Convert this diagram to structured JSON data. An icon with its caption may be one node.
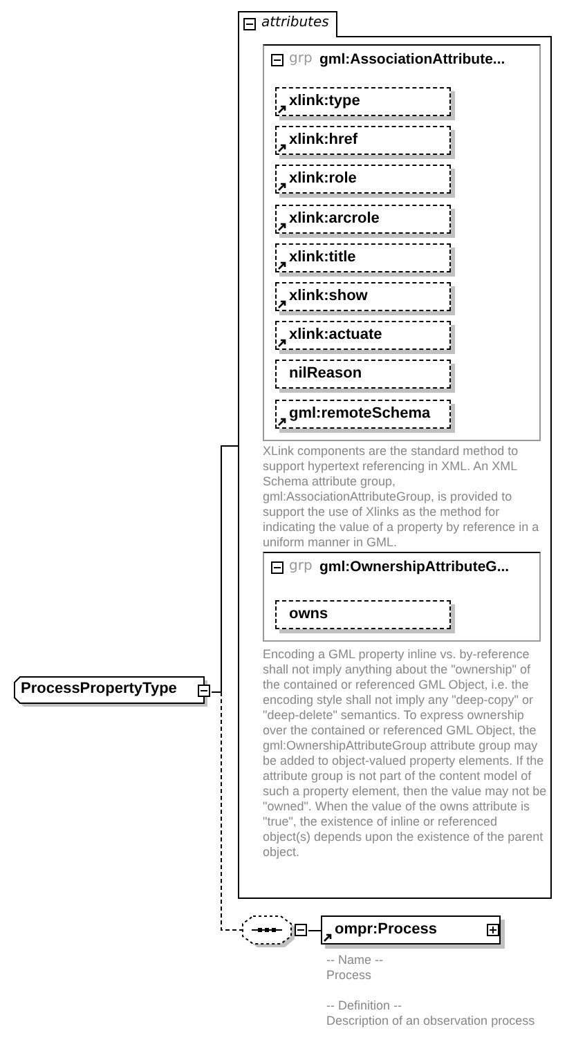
{
  "diagram": {
    "nodes": [
      {
        "text": [
          "ProcessPropertyType"
        ]
      },
      {
        "text": [
          "attributes"
        ]
      },
      {
        "text": [
          "grp",
          "gml:AssociationAttribute..."
        ],
        "in": 1,
        "beside": [
          "XLink components are the standard method to support hypertext referencing in XML. An XML Schema attribute group, gml:AssociationAttributeGroup, is provided to support the use of Xlinks as the method for indicating the value of a property by reference in a uniform manner in GML."
        ]
      },
      {
        "text": [
          "xlink:type"
        ],
        "in": 2
      },
      {
        "text": [
          "xlink:href"
        ],
        "in": 2
      },
      {
        "text": [
          "xlink:role"
        ],
        "in": 2
      },
      {
        "text": [
          "xlink:arcrole"
        ],
        "in": 2
      },
      {
        "text": [
          "xlink:title"
        ],
        "in": 2
      },
      {
        "text": [
          "xlink:show"
        ],
        "in": 2
      },
      {
        "text": [
          "xlink:actuate"
        ],
        "in": 2
      },
      {
        "text": [
          "nilReason"
        ],
        "in": 2
      },
      {
        "text": [
          "gml:remoteSchema"
        ],
        "in": 2
      },
      {
        "text": [
          "grp",
          "gml:OwnershipAttributeG..."
        ],
        "in": 1,
        "beside": [
          "Encoding a GML property inline vs. by-reference shall not imply anything about the \"ownership\" of the contained or referenced GML Object, i.e. the encoding style shall not imply any \"deep-copy\" or \"deep-delete\" semantics. To express ownership over the contained or referenced GML Object, the gml:OwnershipAttributeGroup attribute group may be added to object-valued property elements. If the attribute group is not part of the content model of such a property element, then the value may not be \"owned\". When the value of the owns attribute is \"true\", the existence of inline or referenced object(s) depends upon the existence of the parent object."
        ]
      },
      {
        "text": [
          "owns"
        ],
        "in": 12
      },
      {
        "text": [],
        "shape": "box"
      },
      {
        "text": [
          "ompr:Process"
        ],
        "beside": [
          "-- Name -- Process",
          "-- Definition -- Description of an observation process"
        ]
      }
    ],
    "edges": [
      {
        "from": 0,
        "to": 1,
        "arrow": "none"
      },
      {
        "from": 0,
        "to": 14,
        "arrow": "none",
        "style": "dashed"
      },
      {
        "from": 14,
        "to": 15,
        "arrow": "none"
      }
    ]
  }
}
